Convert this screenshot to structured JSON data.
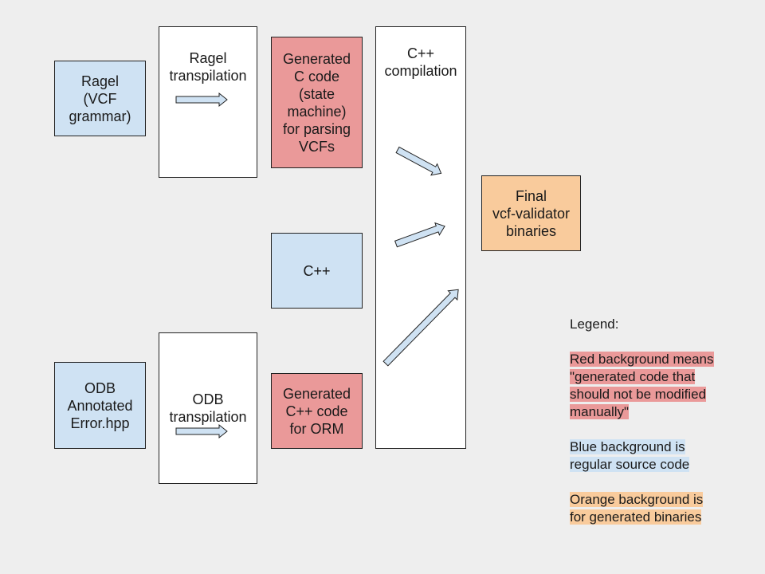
{
  "boxes": {
    "ragel": "Ragel\n(VCF\ngrammar)",
    "ragel_transpilation": "Ragel\ntranspilation",
    "generated_c": "Generated\nC code\n(state\nmachine)\nfor parsing\nVCFs",
    "cpp_compilation": "C++\ncompilation",
    "final_binaries": "Final\nvcf-validator\nbinaries",
    "cpp": "C++",
    "odb_annotated": "ODB\nAnnotated\nError.hpp",
    "odb_transpilation": "ODB\ntranspilation",
    "generated_orm": "Generated\nC++ code\nfor ORM"
  },
  "legend": {
    "title": "Legend:",
    "red_text": "Red background means\n\"generated code that\nshould not be modified\nmanually\"",
    "blue_text": "Blue background is\nregular source code",
    "orange_text": "Orange background is\nfor generated binaries"
  },
  "colors": {
    "blue": "#cfe2f3",
    "red": "#ea9999",
    "orange": "#f9cb9c",
    "white": "#ffffff",
    "background": "#eeeeee"
  }
}
